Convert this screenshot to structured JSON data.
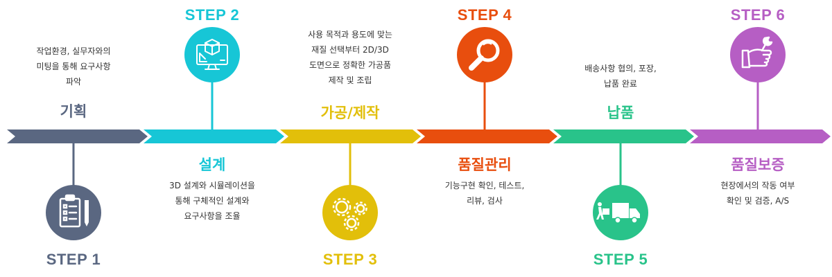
{
  "steps": [
    {
      "step_label": "STEP 1",
      "title": "기획",
      "description": [
        "작업환경, 실무자와의",
        "미팅을 통해 요구사항",
        "파악"
      ],
      "color": "#5a6781",
      "icon": "clipboard-checklist-icon"
    },
    {
      "step_label": "STEP 2",
      "title": "설계",
      "description": [
        "3D 설계와 시뮬레이션을",
        "통해 구체적인 설계와",
        "요구사항을 조율"
      ],
      "color": "#17c6d6",
      "icon": "3d-design-monitor-icon"
    },
    {
      "step_label": "STEP 3",
      "title": "가공/제작",
      "description": [
        "사용 목적과 용도에 맞는",
        "재질 선택부터 2D/3D",
        "도면으로 정확한 가공품",
        "제작 및 조립"
      ],
      "color": "#e2bf0a",
      "icon": "gears-icon"
    },
    {
      "step_label": "STEP 4",
      "title": "품질관리",
      "description": [
        "기능구현 확인, 테스트,",
        "리뷰, 검사"
      ],
      "color": "#e84e0e",
      "icon": "magnifier-icon"
    },
    {
      "step_label": "STEP 5",
      "title": "납품",
      "description": [
        "배송사항 협의, 포장,",
        "납품 완료"
      ],
      "color": "#29c38a",
      "icon": "delivery-truck-icon"
    },
    {
      "step_label": "STEP 6",
      "title": "품질보증",
      "description": [
        "현장에서의 작동 여부",
        "확인 및 검증, A/S"
      ],
      "color": "#b65ec4",
      "icon": "wrench-hand-icon"
    }
  ]
}
